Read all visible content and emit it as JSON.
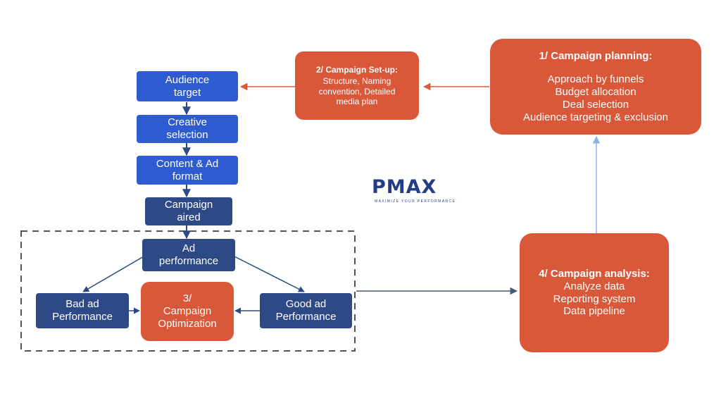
{
  "nodes": {
    "audience_target": "Audience\ntarget",
    "creative_selection": "Creative\nselection",
    "content_ad_format": "Content & Ad\nformat",
    "campaign_aired": "Campaign\naired",
    "ad_performance": "Ad\nperformance",
    "bad_ad_performance": "Bad ad\nPerformance",
    "campaign_optimization": "3/\nCampaign\nOptimization",
    "good_ad_performance": "Good ad\nPerformance"
  },
  "campaign_setup": {
    "title": "2/ Campaign Set-up:",
    "body": "Structure, Naming\nconvention, Detailed\nmedia plan"
  },
  "campaign_planning": {
    "title": "1/ Campaign planning:",
    "items": [
      "Approach by funnels",
      "Budget allocation",
      "Deal selection",
      "Audience targeting & exclusion"
    ]
  },
  "campaign_analysis": {
    "title": "4/ Campaign analysis:",
    "items": [
      "Analyze data",
      "Reporting system",
      "Data pipeline"
    ]
  },
  "logo": {
    "text": "PMAX",
    "tagline": "MAXIMIZE YOUR PERFORMANCE"
  },
  "colors": {
    "blue_box": "#2f5bd0",
    "navy_box": "#2e4a86",
    "orange_box": "#d9583a",
    "arrow_orange": "#d9583a",
    "arrow_blue": "#8ab4e6",
    "arrow_dark": "#4a5a70"
  }
}
